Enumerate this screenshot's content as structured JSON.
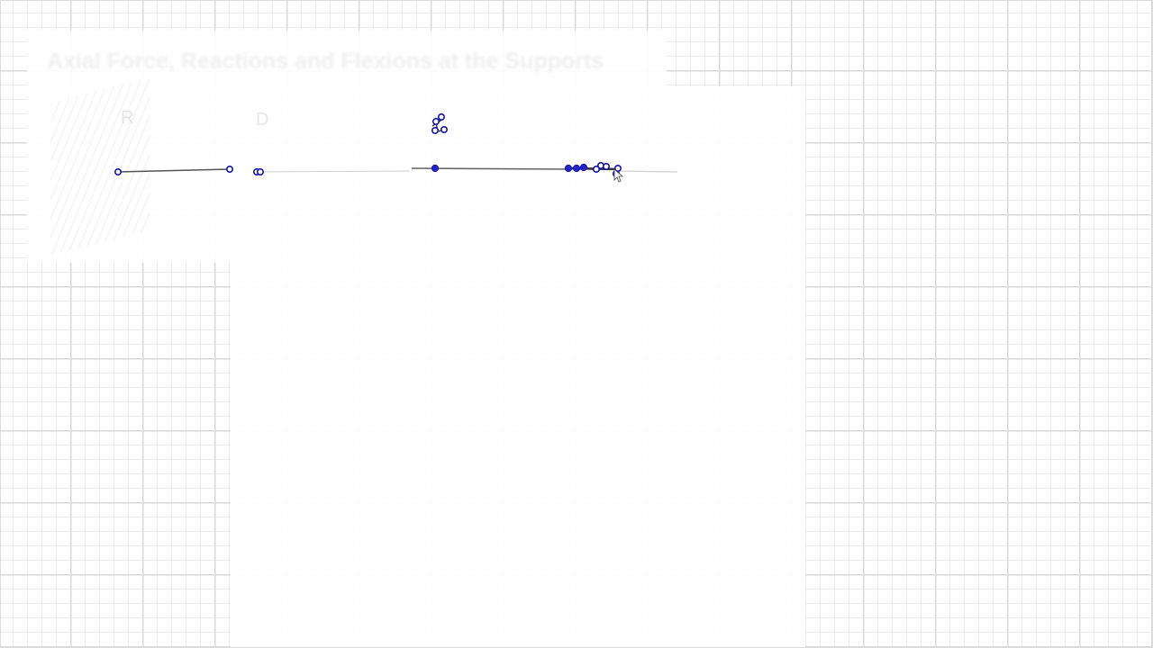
{
  "canvas": {
    "title": "Axial Force, Reactions and Flexions at the Supports",
    "ghost_letters": [
      "R",
      "D"
    ]
  },
  "colors": {
    "background": "#ffffff",
    "grid_minor": "#ececec",
    "grid_major": "#d8d8d8",
    "beam_line": "#333333",
    "node": "#2424c8",
    "node_stroke": "#1414a0"
  },
  "nodes": [
    {
      "name": "support-left",
      "style": "hollow"
    },
    {
      "name": "node-2",
      "style": "hollow"
    },
    {
      "name": "node-3",
      "style": "hollow"
    },
    {
      "name": "node-4",
      "style": "hollow"
    },
    {
      "name": "node-mid",
      "style": "filled"
    },
    {
      "name": "node-top-1",
      "style": "hollow"
    },
    {
      "name": "node-top-2",
      "style": "hollow"
    },
    {
      "name": "node-top-3",
      "style": "hollow"
    },
    {
      "name": "node-top-4",
      "style": "hollow"
    },
    {
      "name": "node-right-1",
      "style": "filled"
    },
    {
      "name": "node-right-2",
      "style": "filled"
    },
    {
      "name": "node-right-3",
      "style": "filled"
    },
    {
      "name": "node-right-4",
      "style": "hollow"
    },
    {
      "name": "node-right-5",
      "style": "hollow"
    },
    {
      "name": "node-right-6",
      "style": "hollow"
    },
    {
      "name": "node-right-7",
      "style": "hollow"
    },
    {
      "name": "node-right-end",
      "style": "hollow"
    }
  ]
}
